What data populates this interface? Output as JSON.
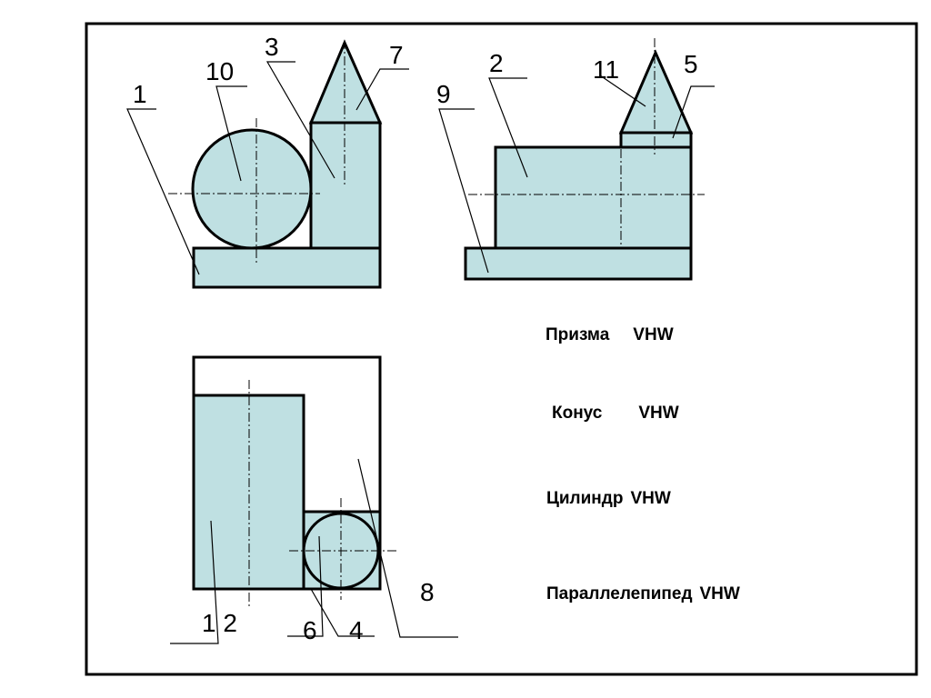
{
  "colors": {
    "fill": "#bfe0e2",
    "stroke": "#000000",
    "leader": "#000000",
    "centerline": "#000000"
  },
  "callouts": {
    "c1": "1",
    "c2": "2",
    "c3": "3",
    "c4": "4",
    "c5": "5",
    "c6": "6",
    "c7": "7",
    "c8": "8",
    "c9": "9",
    "c10": "10",
    "c11": "11",
    "c12": "1 2"
  },
  "legend": [
    {
      "name": "Призма",
      "projections": "VHW"
    },
    {
      "name": "Конус",
      "projections": "VHW"
    },
    {
      "name": "Цилиндр",
      "projections": "VHW"
    },
    {
      "name": "Параллелепипед",
      "projections": "VHW"
    }
  ]
}
